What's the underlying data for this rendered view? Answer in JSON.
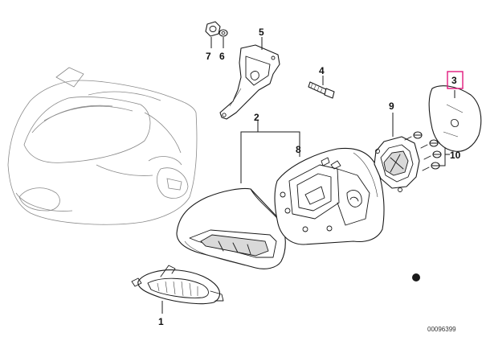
{
  "callouts": {
    "p1": "1",
    "p2": "2",
    "p3": "3",
    "p4": "4",
    "p5": "5",
    "p6": "6",
    "p7": "7",
    "p8": "8",
    "p9": "9",
    "p10": "10"
  },
  "drawing_number": "00096399",
  "colors": {
    "highlight": "#e0197d",
    "line": "#1a1a1a",
    "ghost": "#8a8a8a"
  },
  "legend_symbol": "filled-dot-icon"
}
